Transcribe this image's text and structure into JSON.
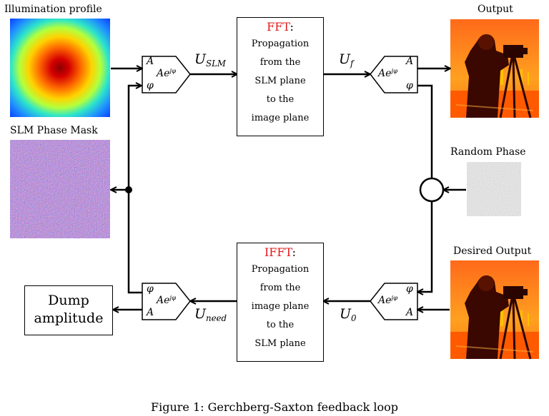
{
  "labels": {
    "illumination": "Illumination profile",
    "slm_phase_mask": "SLM Phase Mask",
    "output": "Output",
    "random_phase": "Random Phase",
    "desired_output": "Desired Output"
  },
  "fft_box": {
    "heading": "FFT",
    "colon": ":",
    "lines": [
      "Propagation",
      "from the",
      "SLM plane",
      "to the",
      "image plane"
    ]
  },
  "ifft_box": {
    "heading": "IFFT",
    "colon": ":",
    "lines": [
      "Propagation",
      "from the",
      "image plane",
      "to the",
      "SLM plane"
    ]
  },
  "dump_box": {
    "line1": "Dump",
    "line2": "amplitude"
  },
  "signals": {
    "u_slm": {
      "base": "U",
      "sub": "SLM"
    },
    "u_f": {
      "base": "U",
      "sub": "f"
    },
    "u_need": {
      "base": "U",
      "sub": "need"
    },
    "u_0": {
      "base": "U",
      "sub": "0"
    }
  },
  "blocks": {
    "top_left": {
      "a": "A",
      "phi": "φ",
      "expr": "Ae",
      "exp": "jφ"
    },
    "top_right": {
      "a": "A",
      "phi": "φ",
      "expr": "Ae",
      "exp": "jφ"
    },
    "bottom_left": {
      "a": "A",
      "phi": "φ",
      "expr": "Ae",
      "exp": "jφ"
    },
    "bottom_right": {
      "a": "A",
      "phi": "φ",
      "expr": "Ae",
      "exp": "jφ"
    }
  },
  "caption": "Figure 1: Gerchberg-Saxton feedback loop",
  "colors": {
    "fft_heading": "#e41a1c",
    "line": "#000000",
    "random_phase_gray": "#8a8a8a"
  }
}
